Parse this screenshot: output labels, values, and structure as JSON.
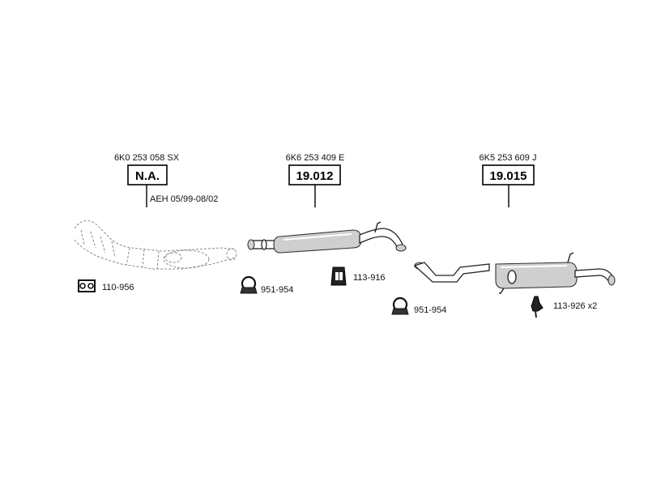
{
  "parts": [
    {
      "oe": "6K0 253 058 SX",
      "ref": "N.A.",
      "note": "AEH 05/99-08/02"
    },
    {
      "oe": "6K6 253 409 E",
      "ref": "19.012"
    },
    {
      "oe": "6K5 253 609 J",
      "ref": "19.015"
    }
  ],
  "accessories": [
    {
      "code": "110-956",
      "icon": "gasket-icon"
    },
    {
      "code": "951-954",
      "icon": "clamp-icon"
    },
    {
      "code": "113-916",
      "icon": "rubber-mount-icon"
    },
    {
      "code": "951-954",
      "icon": "clamp-icon"
    },
    {
      "code": "113-926 x2",
      "icon": "hanger-icon"
    }
  ]
}
